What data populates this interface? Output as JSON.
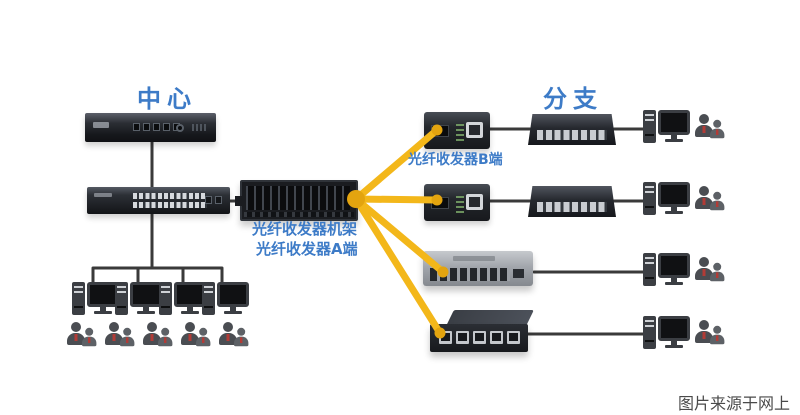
{
  "titles": {
    "center": "中心",
    "branch": "分支"
  },
  "rack_labels": {
    "line1": "光纤收发器机架",
    "line2": "光纤收发器A端"
  },
  "branch_labels": {
    "converter_b": "光纤收发器B端"
  },
  "footer": {
    "source_note": "图片来源于网上"
  },
  "colors": {
    "label_blue": "#3d7bc7",
    "fiber_yellow": "#f3b71a",
    "fiber_connector": "#e3a40f",
    "connection_line": "#3a3a3a",
    "device_dark": "#24272c",
    "device_gray": "#9aa0a6",
    "tie_red": "#b23b36",
    "background": "#ffffff"
  },
  "icons": {
    "router": "rack-router-icon",
    "switch_24port": "rack-switch-icon",
    "transceiver_rack": "fiber-transceiver-rack-icon",
    "media_converter": "fiber-media-converter-icon",
    "switch_8port": "desktop-switch-8port-icon",
    "switch_gray": "desktop-switch-gray-icon",
    "switch_5port": "desktop-switch-5port-icon",
    "computer": "desktop-computer-icon",
    "user_pair": "user-pair-icon",
    "fiber_cable": "fiber-cable-line",
    "copper_link": "ethernet-line"
  }
}
